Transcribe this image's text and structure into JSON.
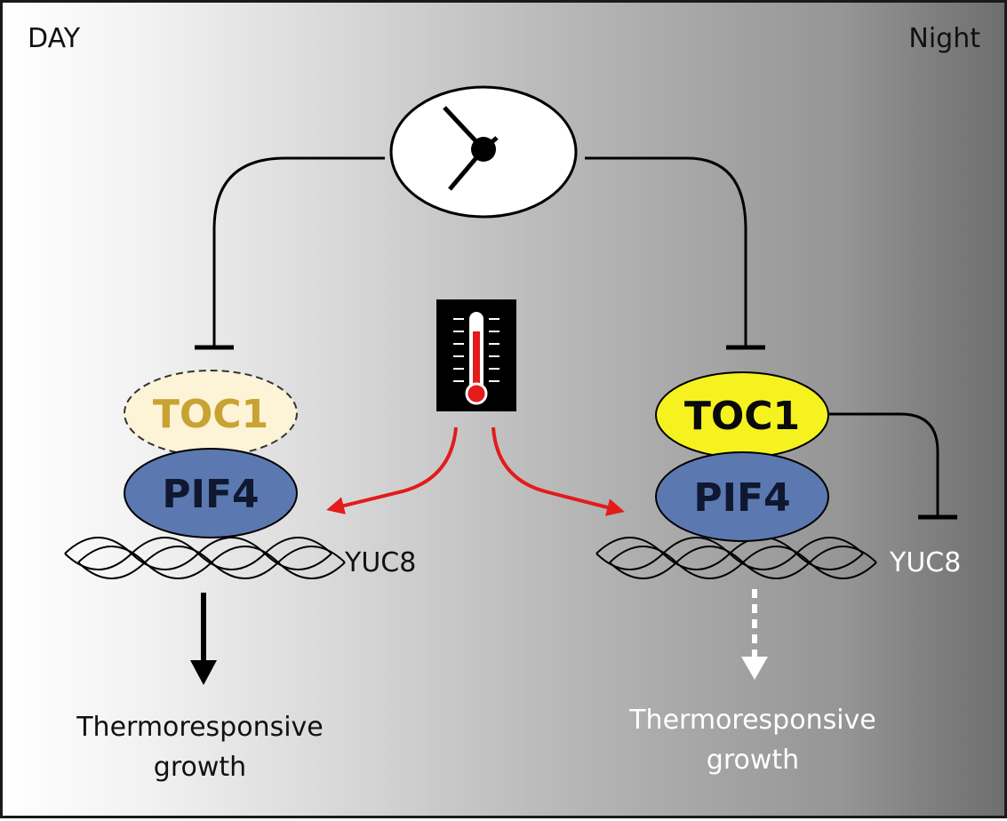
{
  "labels": {
    "day": "DAY",
    "night": "Night"
  },
  "day_side": {
    "toc1": "TOC1",
    "pif4": "PIF4",
    "gene": "YUC8",
    "output_line1": "Thermoresponsive",
    "output_line2": "growth"
  },
  "night_side": {
    "toc1": "TOC1",
    "pif4": "PIF4",
    "gene": "YUC8",
    "output_line1": "Thermoresponsive",
    "output_line2": "growth"
  },
  "icons": {
    "clock": "clock-icon",
    "thermometer": "thermometer-icon"
  },
  "colors": {
    "toc1_day_fill": "#fdf3d6",
    "toc1_day_text": "#c8a232",
    "toc1_night_fill": "#f5f220",
    "pif4_fill": "#5b79b0",
    "arrow_red": "#e31b1b",
    "night_text": "#ffffff"
  }
}
